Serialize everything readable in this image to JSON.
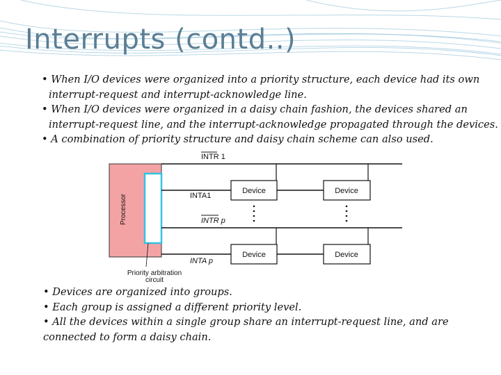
{
  "slide": {
    "title": "Interrupts (contd..)",
    "bullets": [
      "• When I/O devices were organized into a priority structure, each device had its own interrupt-request and interrupt-acknowledge line.",
      "• When I/O devices were organized in a daisy chain fashion, the devices shared an interrupt-request line, and the interrupt-acknowledge propagated through the devices.",
      "• A combination of priority structure and daisy chain scheme can also used."
    ],
    "bottom_bullets": [
      "• Devices are organized into groups.",
      "• Each group is assigned a different priority level.",
      "• All the devices within a single group share an interrupt-request line, and are connected to form a daisy chain."
    ]
  },
  "diagram": {
    "processor_label": "Processor",
    "intr1_label": "INTR 1",
    "inta1_label": "INTA1",
    "intrp_label": "INTR p",
    "intap_label": "INTA p",
    "arbitration_label_line1": "Priority arbitration",
    "arbitration_label_line2": "circuit",
    "device_label": "Device",
    "processor_color": "#f4a3a5",
    "arbitration_border_color": "#35c2e3",
    "accent_color": "#5b7e93"
  }
}
